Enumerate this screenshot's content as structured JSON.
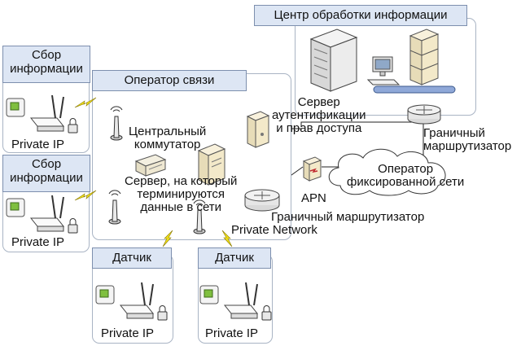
{
  "processing_center": {
    "title": "Центр обработки информации"
  },
  "operator": {
    "title": "Оператор связи"
  },
  "collectors": [
    {
      "title_line1": "Сбор",
      "title_line2": "информации",
      "ip": "Private IP"
    },
    {
      "title_line1": "Сбор",
      "title_line2": "информации",
      "ip": "Private IP"
    }
  ],
  "sensors": [
    {
      "title": "Датчик",
      "ip": "Private IP"
    },
    {
      "title": "Датчик",
      "ip": "Private IP"
    }
  ],
  "labels": {
    "auth_server_line1": "Сервер",
    "auth_server_line2": "аутентификации",
    "auth_server_line3": "и прав доступа",
    "border_router_line1": "Граничный",
    "border_router_line2": "маршрутизатор",
    "central_switch_line1": "Центральный",
    "central_switch_line2": "коммутатор",
    "terminating_server_line1": "Сервер, на который",
    "terminating_server_line2": "терминируются",
    "terminating_server_line3": "данные в сети",
    "fixed_operator_line1": "Оператор",
    "fixed_operator_line2": "фиксированной сети",
    "apn": "APN",
    "operator_border_router": "Граничный маршрутизатор",
    "private_network": "Private Network"
  }
}
